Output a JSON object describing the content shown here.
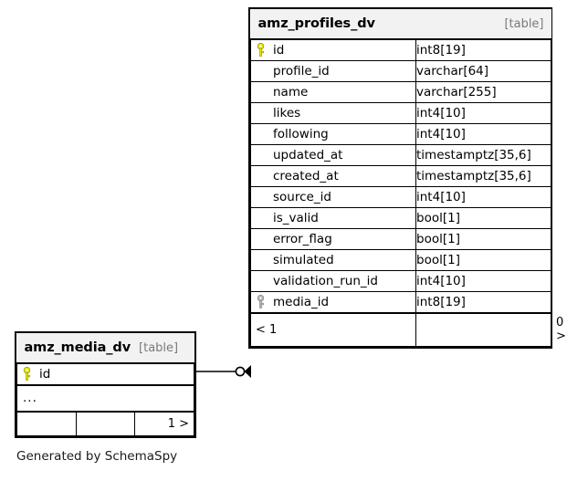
{
  "diagram": {
    "tool_credit": "Generated by SchemaSpy",
    "table_tag": "[table]",
    "ellipsis": "...",
    "colors": {
      "primary_key": "#e8e800",
      "foreign_key": "#b3b3b3",
      "header_background": "#f2f2f2",
      "border": "#000000",
      "tag_text": "#7a7a7a",
      "page_background": "#ffffff"
    }
  },
  "tables": {
    "profiles": {
      "name": "amz_profiles_dv",
      "tag": "[table]",
      "columns": [
        {
          "key": "primary",
          "name": "id",
          "type": "int8[19]"
        },
        {
          "key": "none",
          "name": "profile_id",
          "type": "varchar[64]"
        },
        {
          "key": "none",
          "name": "name",
          "type": "varchar[255]"
        },
        {
          "key": "none",
          "name": "likes",
          "type": "int4[10]"
        },
        {
          "key": "none",
          "name": "following",
          "type": "int4[10]"
        },
        {
          "key": "none",
          "name": "updated_at",
          "type": "timestamptz[35,6]"
        },
        {
          "key": "none",
          "name": "created_at",
          "type": "timestamptz[35,6]"
        },
        {
          "key": "none",
          "name": "source_id",
          "type": "int4[10]"
        },
        {
          "key": "none",
          "name": "is_valid",
          "type": "bool[1]"
        },
        {
          "key": "none",
          "name": "error_flag",
          "type": "bool[1]"
        },
        {
          "key": "none",
          "name": "simulated",
          "type": "bool[1]"
        },
        {
          "key": "none",
          "name": "validation_run_id",
          "type": "int4[10]"
        },
        {
          "key": "foreign",
          "name": "media_id",
          "type": "int8[19]"
        }
      ],
      "footer": {
        "parents": "< 1",
        "middle": "",
        "children": "0 >"
      }
    },
    "media": {
      "name": "amz_media_dv",
      "tag": "[table]",
      "columns": [
        {
          "key": "primary",
          "name": "id",
          "type": ""
        }
      ],
      "ellipsis": "...",
      "footer": {
        "left": "",
        "middle": "",
        "children": "1 >"
      }
    }
  },
  "relationship": {
    "from_table": "amz_media_dv",
    "from_column": "id",
    "to_table": "amz_profiles_dv",
    "to_column": "media_id",
    "start_marker": "zero-or-one-circle",
    "end_marker": "crows-foot"
  }
}
